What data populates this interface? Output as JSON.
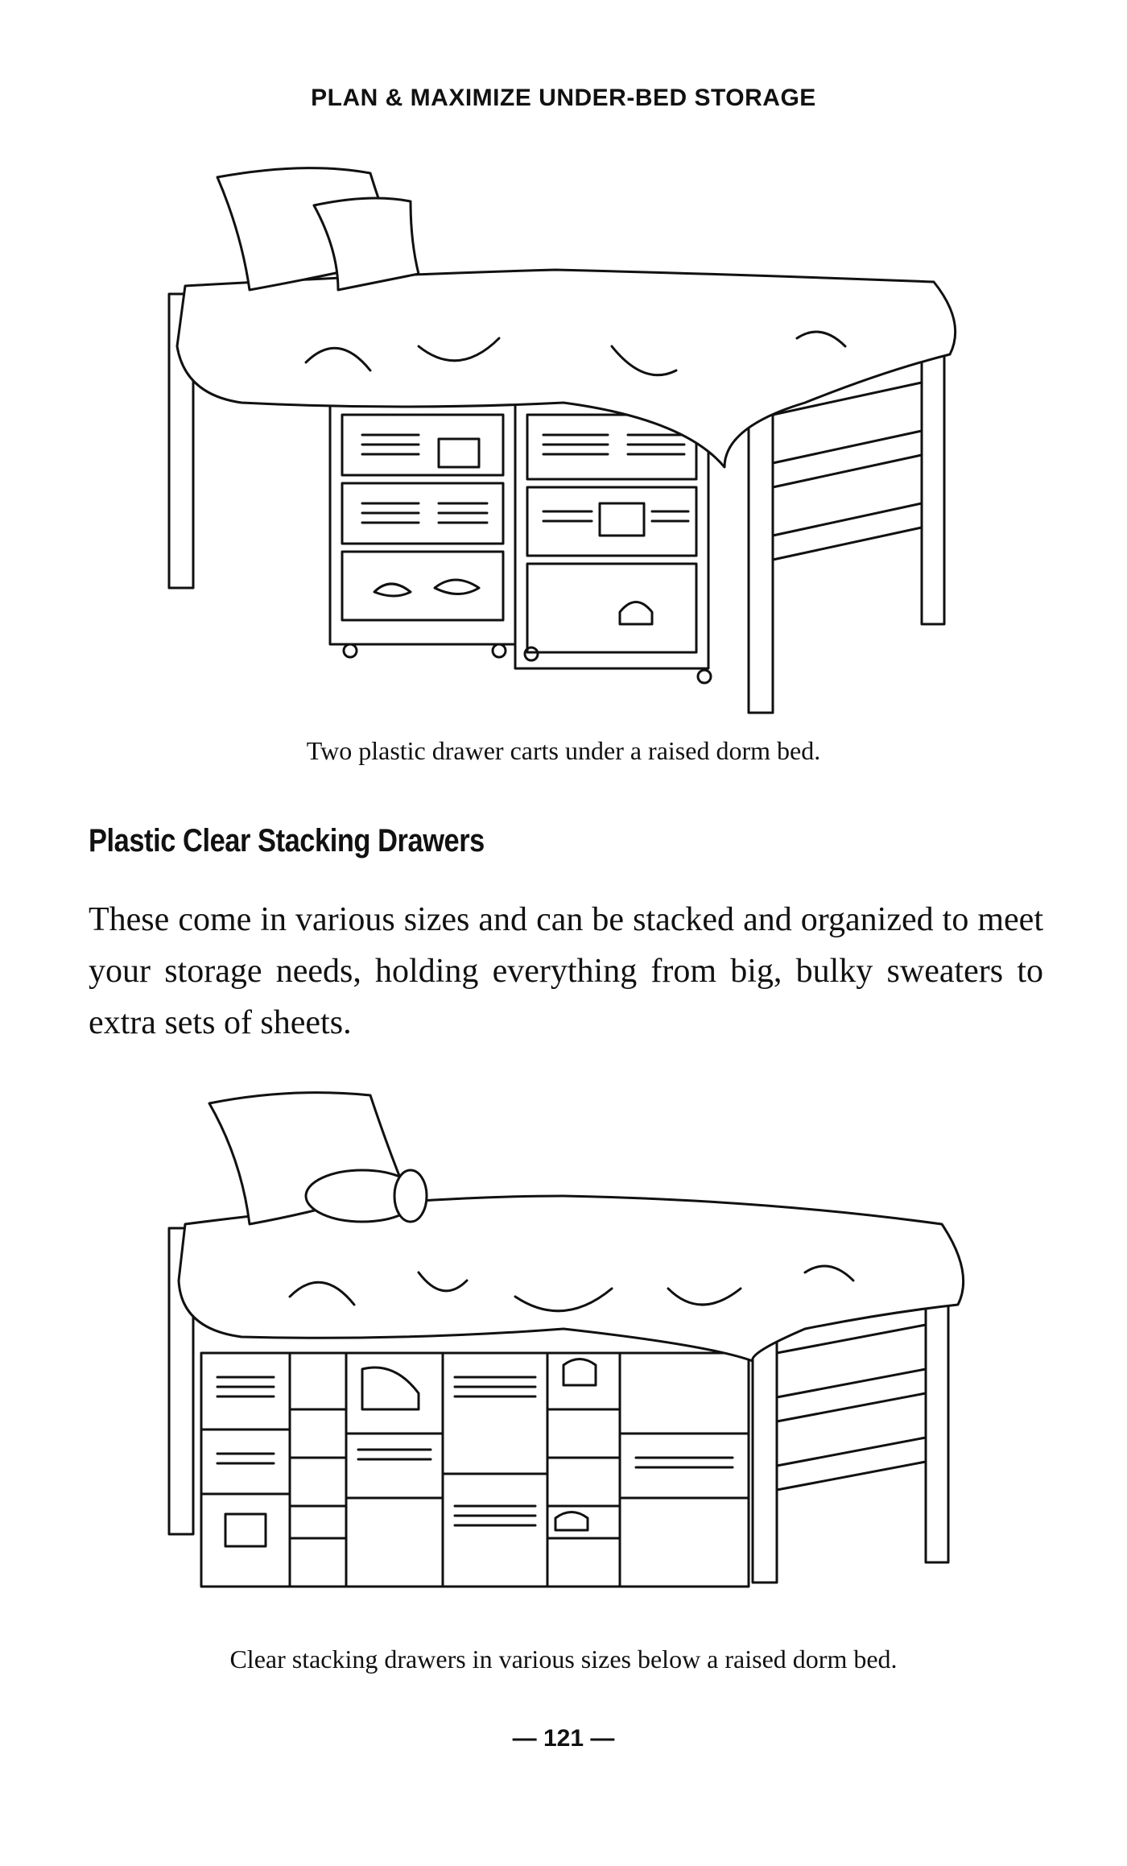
{
  "header": {
    "running_title": "PLAN & MAXIMIZE UNDER-BED STORAGE"
  },
  "figure1": {
    "caption": "Two plastic drawer carts under a raised dorm bed."
  },
  "section": {
    "title": "Plastic Clear Stacking Drawers",
    "body": "These come in various sizes and can be stacked and organized to meet your storage needs, holding everything from big, bulky sweaters to extra sets of sheets."
  },
  "figure2": {
    "caption": "Clear stacking drawers in various sizes below a raised dorm bed."
  },
  "footer": {
    "page_number": "— 121 —"
  }
}
